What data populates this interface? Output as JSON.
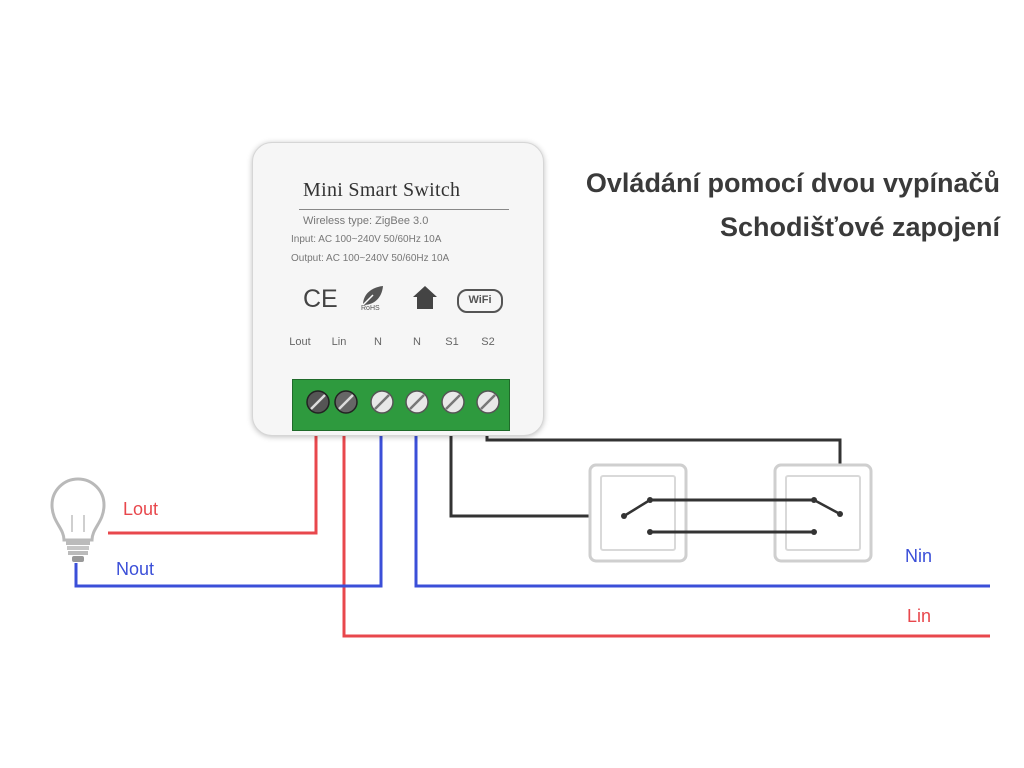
{
  "title": {
    "line1": "Ovládání pomocí dvou vypínačů",
    "line2": "Schodišťové zapojení"
  },
  "device": {
    "title": "Mini  Smart Switch",
    "spec_wireless": "Wireless type: ZigBee 3.0",
    "spec_input": "Input:  AC 100~240V 50/60Hz 10A",
    "spec_output": "Output:  AC 100~240V 50/60Hz 10A",
    "cert_ce": "CE",
    "cert_rohs": "RoHS",
    "cert_wifi": "WiFi",
    "terminals": [
      "Lout",
      "Lin",
      "N",
      "N",
      "S1",
      "S2"
    ]
  },
  "wire_labels": {
    "lout": "Lout",
    "nout": "Nout",
    "nin": "Nin",
    "lin": "Lin"
  },
  "colors": {
    "live": "#e8474c",
    "neutral": "#3b4fd8",
    "switch_wire": "#333333",
    "terminal_block": "#2e9a3e"
  },
  "icons": [
    "ce-mark-icon",
    "rohs-leaf-icon",
    "home-icon",
    "wifi-badge-icon",
    "light-bulb-icon",
    "wall-switch-icon"
  ]
}
